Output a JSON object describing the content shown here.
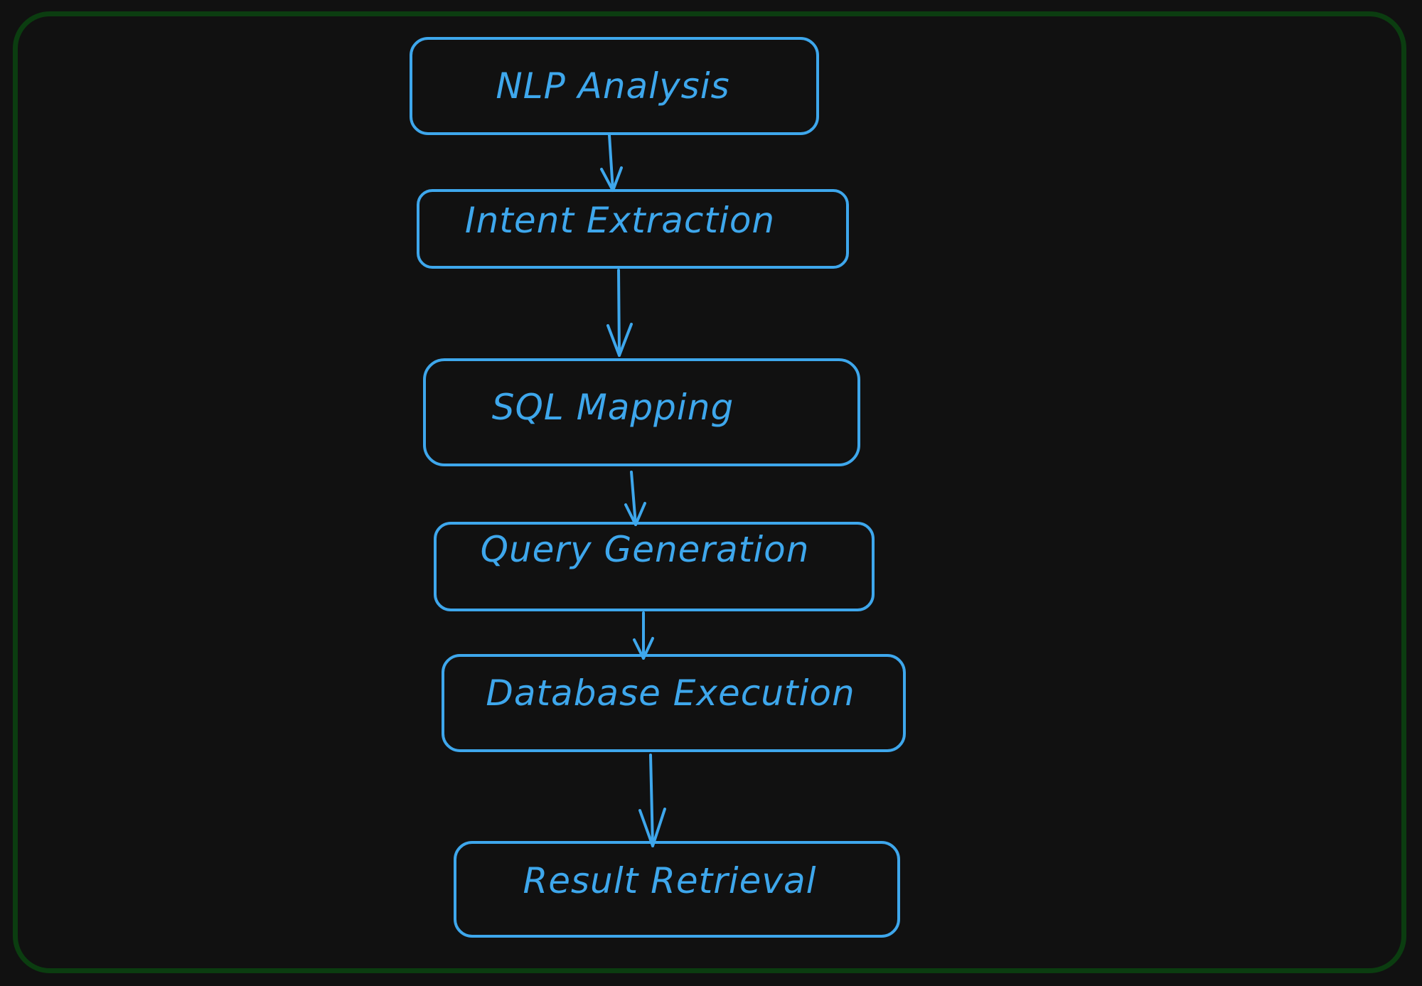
{
  "diagram": {
    "colors": {
      "background": "#111111",
      "frame": "#0b3d10",
      "accent": "#3ea7ec"
    },
    "nodes": [
      {
        "id": "nlp-analysis",
        "label": "NLP Analysis"
      },
      {
        "id": "intent-extraction",
        "label": "Intent Extraction"
      },
      {
        "id": "sql-mapping",
        "label": "SQL Mapping"
      },
      {
        "id": "query-generation",
        "label": "Query Generation"
      },
      {
        "id": "database-execution",
        "label": "Database Execution"
      },
      {
        "id": "result-retrieval",
        "label": "Result Retrieval"
      }
    ],
    "edges": [
      {
        "from": "nlp-analysis",
        "to": "intent-extraction"
      },
      {
        "from": "intent-extraction",
        "to": "sql-mapping"
      },
      {
        "from": "sql-mapping",
        "to": "query-generation"
      },
      {
        "from": "query-generation",
        "to": "database-execution"
      },
      {
        "from": "database-execution",
        "to": "result-retrieval"
      }
    ]
  }
}
